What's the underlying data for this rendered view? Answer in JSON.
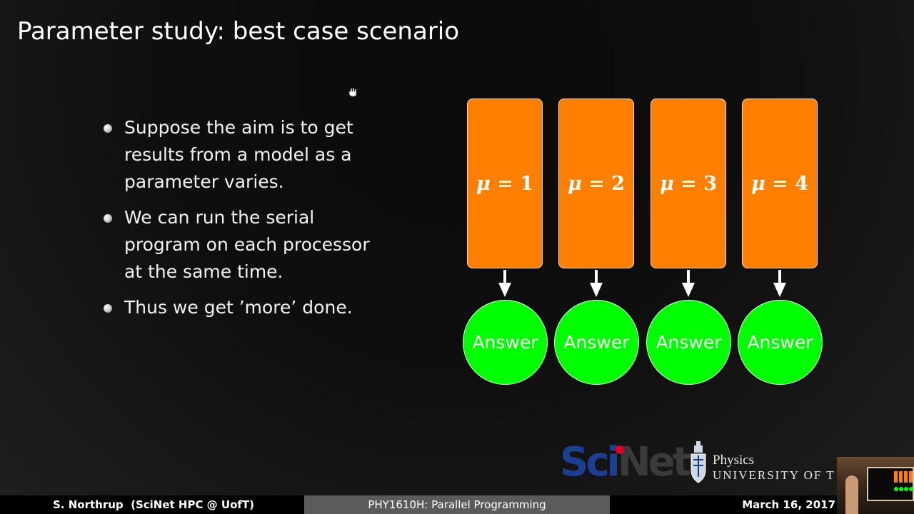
{
  "slide": {
    "title": "Parameter study: best case scenario"
  },
  "bullets": [
    "Suppose the aim is to get results from a model as a parameter varies.",
    "We can run the serial program on each processor at the same time.",
    "Thus we get ’more’ done."
  ],
  "diagram": {
    "parameters": [
      {
        "symbol": "μ",
        "equals": "=",
        "value": "1",
        "answer": "Answer"
      },
      {
        "symbol": "μ",
        "equals": "=",
        "value": "2",
        "answer": "Answer"
      },
      {
        "symbol": "μ",
        "equals": "=",
        "value": "3",
        "answer": "Answer"
      },
      {
        "symbol": "μ",
        "equals": "=",
        "value": "4",
        "answer": "Answer"
      }
    ]
  },
  "logos": {
    "scinet_sci": "Sci",
    "scinet_net": "Net",
    "physics": "Physics",
    "university": "UNIVERSITY OF T"
  },
  "footer": {
    "author": "S. Northrup  (SciNet HPC @ UofT)",
    "course": "PHY1610H: Parallel Programming",
    "date": "March 16, 2017"
  },
  "colors": {
    "param_box": "#ff7f00",
    "answer_circle": "#00ff00",
    "footer_mid": "#5b5b5b",
    "scinet_blue": "#1c3f94",
    "scinet_red": "#e3001b"
  }
}
